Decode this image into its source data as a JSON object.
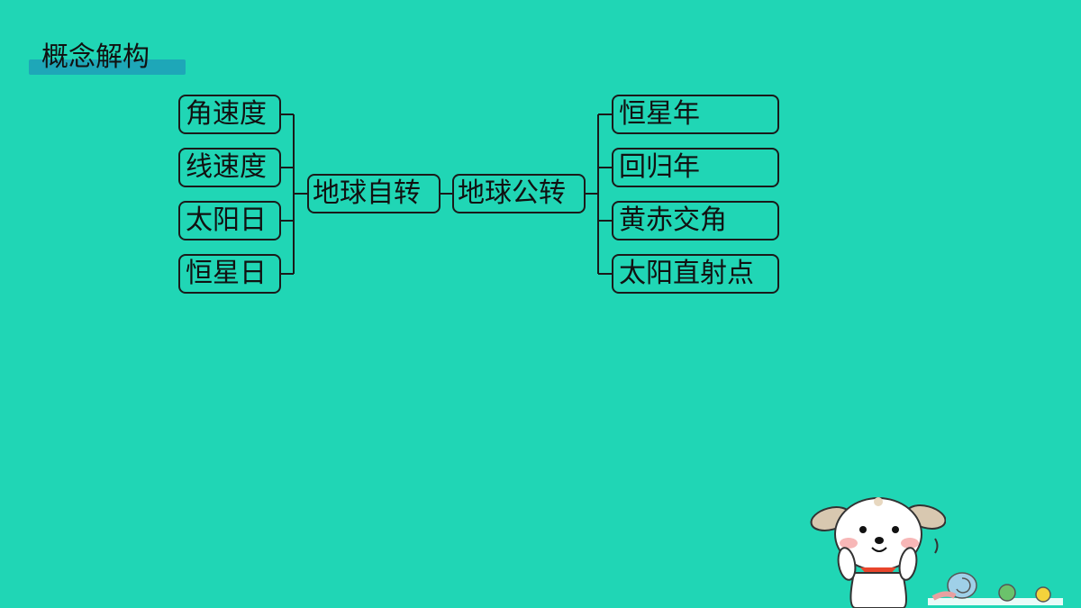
{
  "section_title": "概念解构",
  "left_group": [
    "角速度",
    "线速度",
    "太阳日",
    "恒星日"
  ],
  "center_nodes": [
    "地球自转",
    "地球公转"
  ],
  "right_group": [
    "恒星年",
    "回归年",
    "黄赤交角",
    "太阳直射点"
  ],
  "colors": {
    "background": "#20d6b5",
    "title_bar": "#1ea7b8",
    "border": "#1a1a1a"
  }
}
